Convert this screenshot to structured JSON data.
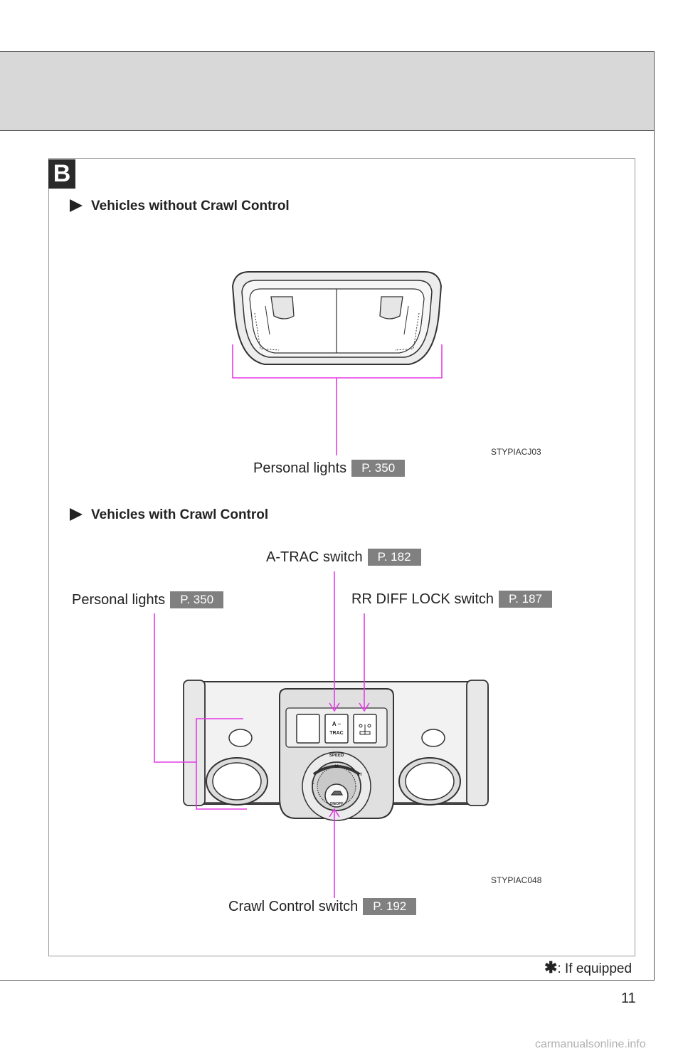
{
  "section": {
    "badge": "B"
  },
  "without_crawl": {
    "heading": "Vehicles without Crawl Control",
    "image_code": "STYPIACJ03",
    "personal_lights": {
      "label": "Personal lights",
      "page_ref": "P. 350"
    }
  },
  "with_crawl": {
    "heading": "Vehicles with Crawl Control",
    "image_code": "STYPIAC048",
    "atrac": {
      "label": "A-TRAC switch",
      "page_ref": "P. 182"
    },
    "personal_lights": {
      "label": "Personal lights",
      "page_ref": "P. 350"
    },
    "rr_diff": {
      "label": "RR DIFF LOCK switch",
      "page_ref": "P. 187"
    },
    "crawl": {
      "label": "Crawl Control switch",
      "page_ref": "P. 192"
    },
    "panel": {
      "atrac_button": [
        "A –",
        "TRAC"
      ],
      "speed_label": "SPEED",
      "dial_letters": [
        "L",
        "M",
        "H"
      ],
      "onoff_label": "ON/OFF"
    }
  },
  "footnote": {
    "star": "✱",
    "text": ": If equipped"
  },
  "page_number": "11",
  "watermark": "carmanualsonline.info",
  "colors": {
    "callout": "#e63be6",
    "badge": "#2a2a2a",
    "page_ref_bg": "#808080"
  }
}
